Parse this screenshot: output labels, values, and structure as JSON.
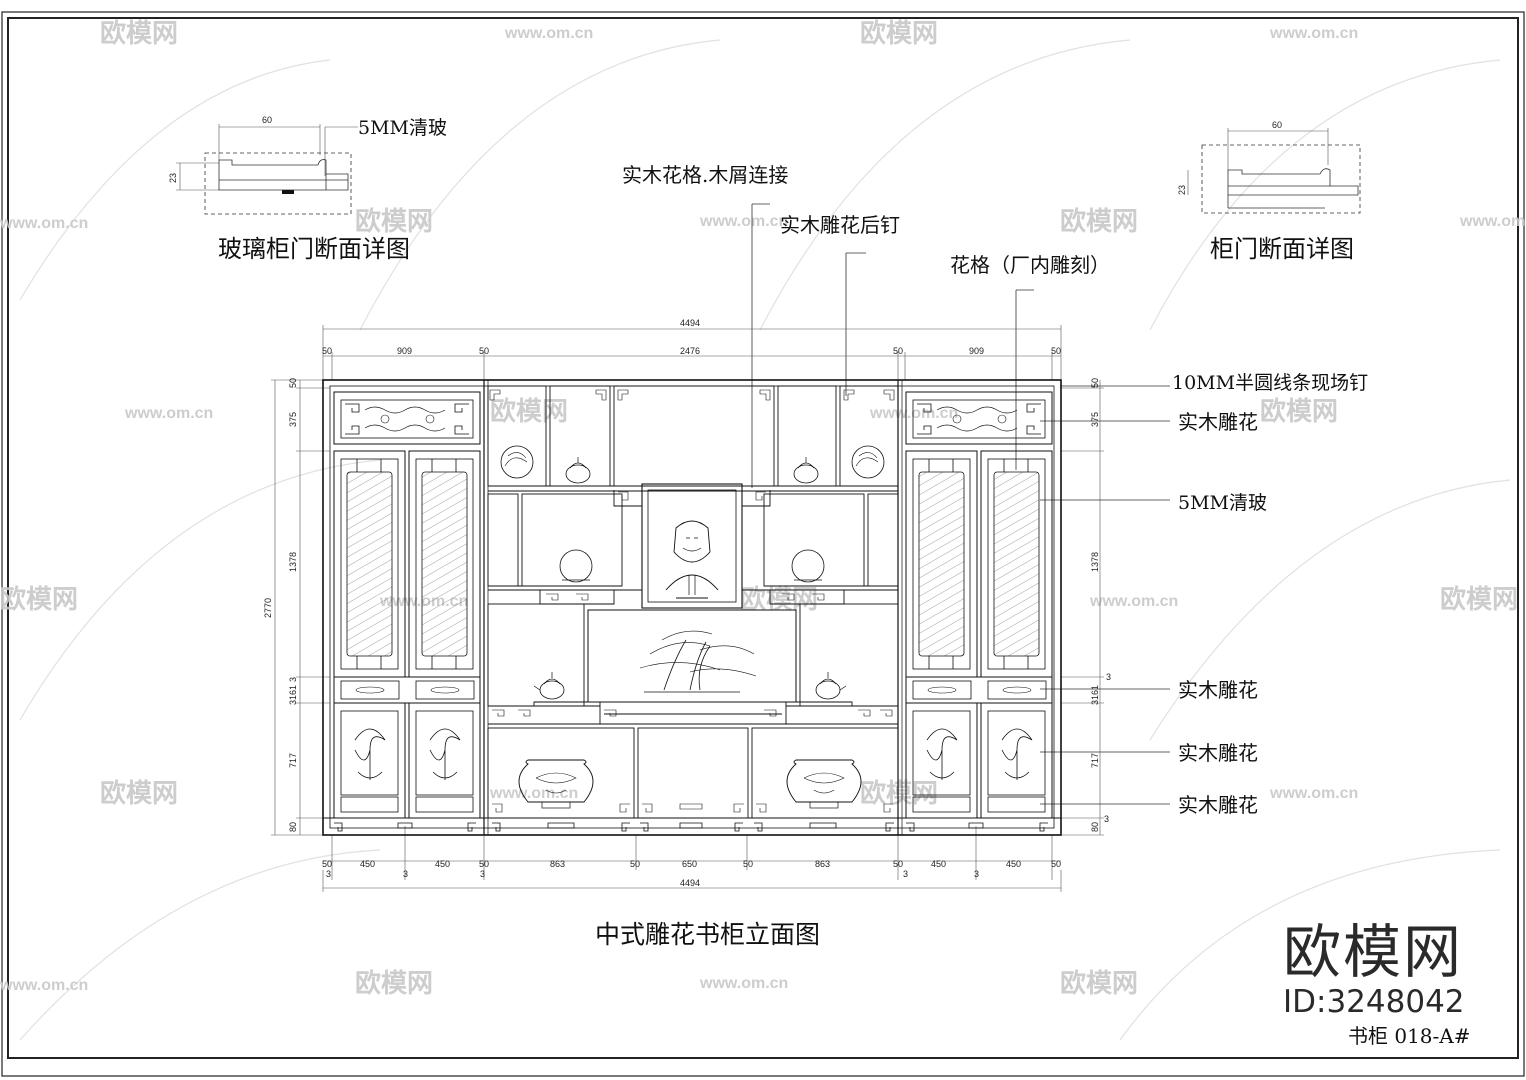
{
  "drawing": {
    "title": "中式雕花书柜立面图",
    "sheet_code": "书柜 018-A#",
    "brand": "欧模网",
    "brand_id": "ID:3248042",
    "watermark_text": "欧模网",
    "watermark_url": "www.om.cn"
  },
  "sections": {
    "left_title": "玻璃柜门断面详图",
    "right_title": "柜门断面详图",
    "left_width": "60",
    "left_height": "23",
    "left_glass": "5MM清玻",
    "right_width": "60",
    "right_height": "23"
  },
  "callouts": {
    "top_lattice": "实木花格.木屑连接",
    "top_nail": "实木雕花后钉",
    "top_flower": "花格（厂内雕刻）",
    "r_moulding": "10MM半圆线条现场钉",
    "r_carving1": "实木雕花",
    "r_glass": "5MM清玻",
    "r_carving2": "实木雕花",
    "r_carving3": "实木雕花",
    "r_carving4": "实木雕花"
  },
  "dims": {
    "overall_top": "4494",
    "overall_bottom": "4494",
    "top_50a": "50",
    "top_909a": "909",
    "top_50b": "50",
    "top_2476": "2476",
    "top_50c": "50",
    "top_909b": "909",
    "top_50d": "50",
    "bot_50a": "50",
    "bot_450a": "450",
    "bot_450b": "450",
    "bot_50b": "50",
    "bot_863a": "863",
    "bot_50c": "50",
    "bot_650": "650",
    "bot_50d": "50",
    "bot_863b": "863",
    "bot_50e": "50",
    "bot_450c": "450",
    "bot_450d": "450",
    "bot_50f": "50",
    "bot_3a": "3",
    "bot_3b": "3",
    "bot_3c": "3",
    "bot_3d": "3",
    "bot_3e": "3",
    "left_2770": "2770",
    "left_50": "50",
    "left_375": "375",
    "left_1378": "1378",
    "left_3161": "3161",
    "left_3": "3",
    "left_717": "717",
    "left_80": "80",
    "right_50": "50",
    "right_375": "375",
    "right_1378": "1378",
    "right_3161": "3161",
    "right_3": "3",
    "right_717": "717",
    "right_80": "80",
    "right_3b": "3"
  }
}
